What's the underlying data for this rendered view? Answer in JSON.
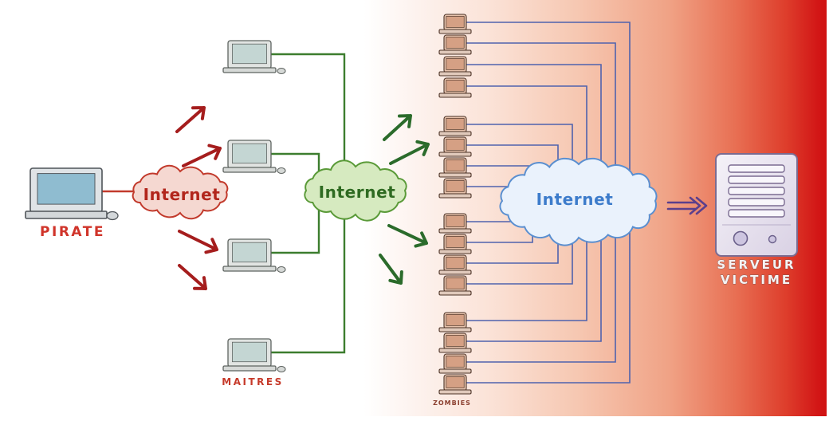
{
  "diagram": {
    "pirate": {
      "label": "PIRATE",
      "icon": "computer-icon"
    },
    "internet_pirate": {
      "label": "Internet",
      "icon": "cloud-icon"
    },
    "masters": {
      "label": "MAITRES",
      "icon": "computer-icon"
    },
    "internet_masters": {
      "label": "Internet",
      "icon": "cloud-icon"
    },
    "zombies": {
      "label": "ZOMBIES",
      "icon": "computer-icon"
    },
    "internet_zombies": {
      "label": "Internet",
      "icon": "cloud-icon"
    },
    "victim": {
      "label_line1": "SERVEUR",
      "label_line2": "VICTIME",
      "icon": "server-icon"
    }
  },
  "colors": {
    "pirate": "#c23a2c",
    "pirate_arrows": "#a51d1d",
    "masters": "#3c7d2e",
    "master_arrows": "#2b6b2b",
    "zombies": "#4f62ad",
    "victim_arrow": "#5b3f8c"
  }
}
